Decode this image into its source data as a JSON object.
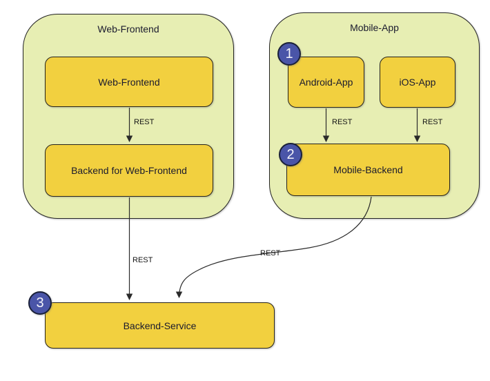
{
  "diagram": {
    "groups": {
      "web": {
        "title": "Web-Frontend"
      },
      "mobile": {
        "title": "Mobile-App"
      }
    },
    "nodes": {
      "web_frontend": {
        "label": "Web-Frontend"
      },
      "backend_for_web_frontend": {
        "label": "Backend for Web-Frontend"
      },
      "android_app": {
        "label": "Android-App"
      },
      "ios_app": {
        "label": "iOS-App"
      },
      "mobile_backend": {
        "label": "Mobile-Backend"
      },
      "backend_service": {
        "label": "Backend-Service"
      }
    },
    "badges": [
      {
        "number": "1"
      },
      {
        "number": "2"
      },
      {
        "number": "3"
      }
    ],
    "edges": [
      {
        "from": "web_frontend",
        "to": "backend_for_web_frontend",
        "label": "REST"
      },
      {
        "from": "android_app",
        "to": "mobile_backend",
        "label": "REST"
      },
      {
        "from": "ios_app",
        "to": "mobile_backend",
        "label": "REST"
      },
      {
        "from": "backend_for_web_frontend",
        "to": "backend_service",
        "label": "REST"
      },
      {
        "from": "mobile_backend",
        "to": "backend_service",
        "label": "REST"
      }
    ],
    "colors": {
      "group_fill": "#e7eeb3",
      "node_fill": "#f2d03f",
      "badge_fill": "#4a55a8",
      "border": "#232323",
      "arrow": "#2a2a2a"
    }
  }
}
